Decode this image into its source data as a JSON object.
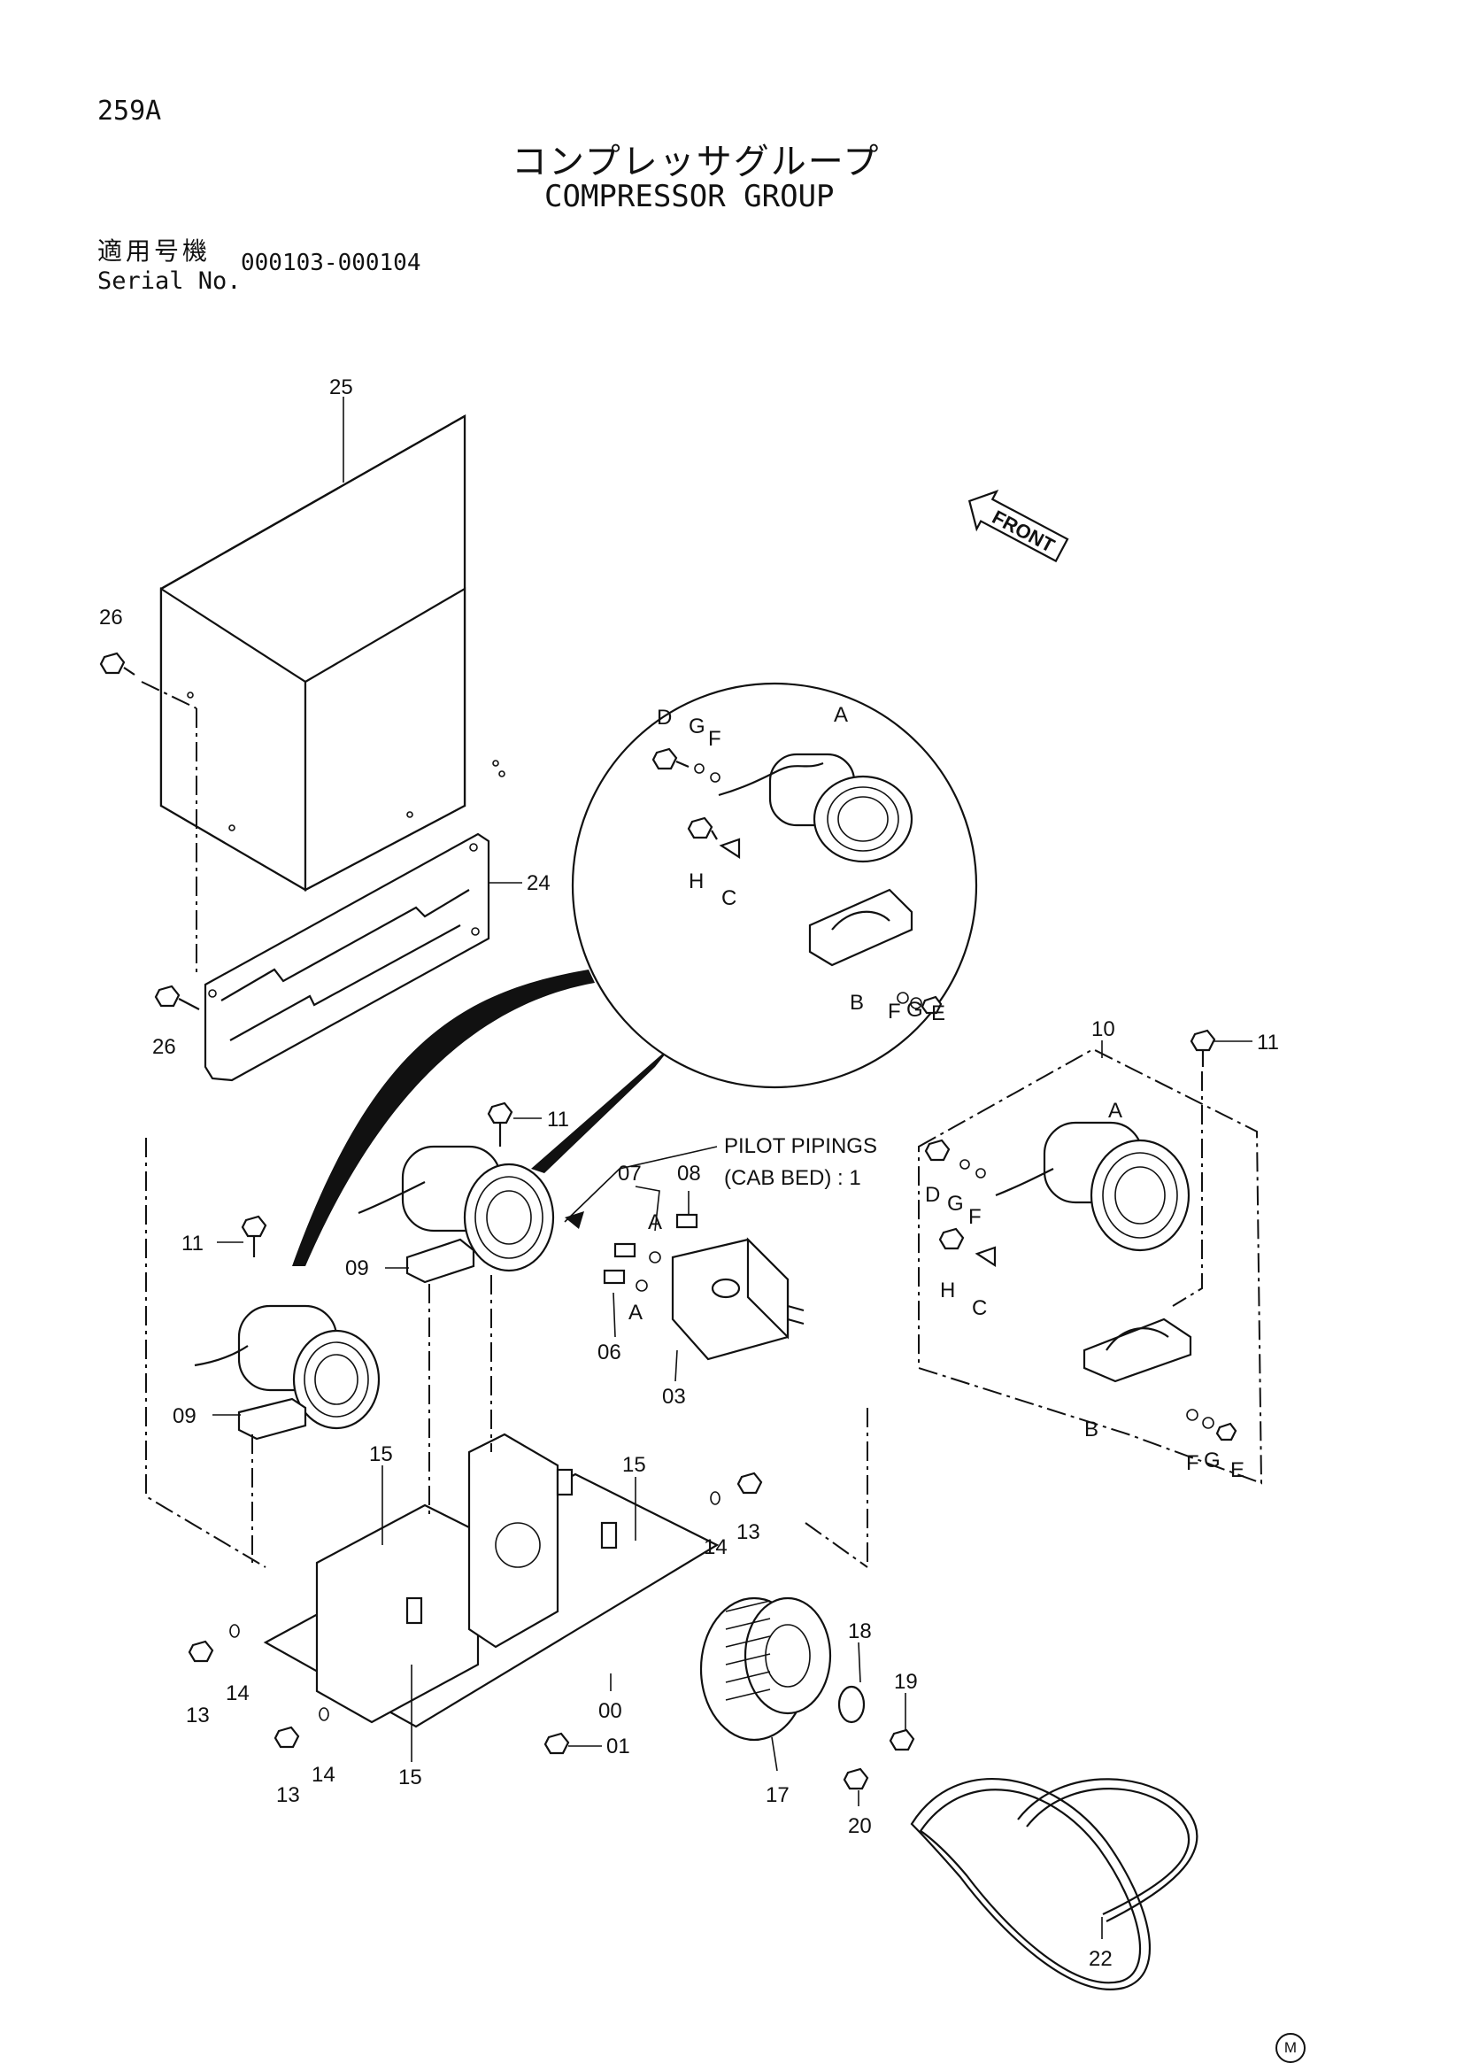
{
  "page_number": "259A",
  "title_jp": "コンプレッサグループ",
  "title_en": "COMPRESSOR GROUP",
  "serial_label_jp": "適用号機",
  "serial_label_en": "Serial No.",
  "serial_range": "000103-000104",
  "front_label": "FRONT",
  "pilot_note_line1": "PILOT PIPINGS",
  "pilot_note_line2": "(CAB BED) : 1",
  "footer_mark": "M",
  "callouts": {
    "c25": "25",
    "c26a": "26",
    "c26b": "26",
    "c24": "24",
    "c11a": "11",
    "c11b": "11",
    "c11c": "11",
    "c10": "10",
    "c09a": "09",
    "c09b": "09",
    "c07": "07",
    "c08": "08",
    "c06": "06",
    "c03": "03",
    "c15a": "15",
    "c15b": "15",
    "c15c": "15",
    "c14a": "14",
    "c14b": "14",
    "c14c": "14",
    "c13a": "13",
    "c13b": "13",
    "c13c": "13",
    "c00": "00",
    "c01": "01",
    "c17": "17",
    "c18": "18",
    "c19": "19",
    "c20": "20",
    "c22": "22",
    "zA": "A",
    "zB": "B",
    "zC": "C",
    "zD": "D",
    "zE": "E",
    "zF1": "F",
    "zF2": "F",
    "zG1": "G",
    "zG2": "G",
    "zH": "H",
    "rA": "A",
    "rB": "B",
    "rC": "C",
    "rD": "D",
    "rE": "E",
    "rF1": "F",
    "rF2": "F",
    "rG1": "G",
    "rG2": "G",
    "rH": "H",
    "mA1": "A",
    "mA2": "A"
  }
}
